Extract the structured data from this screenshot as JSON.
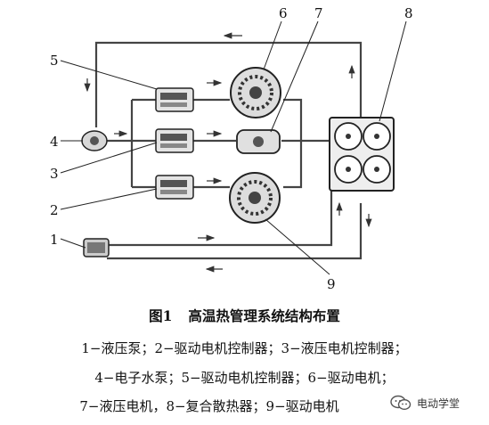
{
  "labels": [
    "1",
    "2",
    "3",
    "4",
    "5",
    "6",
    "7",
    "8",
    "9"
  ],
  "caption": {
    "fig_no": "图1",
    "title": "高温热管理系统结构布置",
    "line1": "1−液压泵；2−驱动电机控制器；3−液压电机控制器；",
    "line2": "4−电子水泵；5−驱动电机控制器；6−驱动电机；",
    "line3": "7−液压电机，8−复合散热器；9−驱动电机"
  },
  "watermark": {
    "text": "电动学堂",
    "icon": "wechat-icon"
  }
}
